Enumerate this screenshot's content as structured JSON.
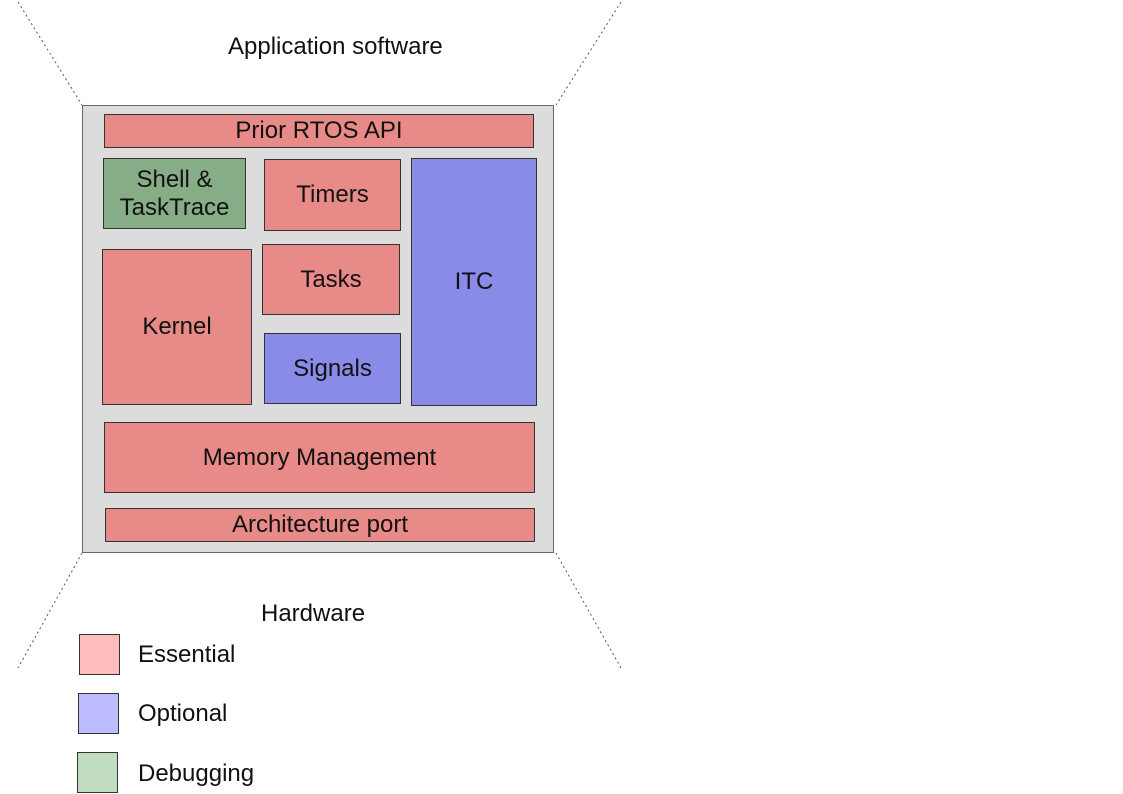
{
  "labels": {
    "top": "Application software",
    "bottom": "Hardware"
  },
  "colors": {
    "essential": "#e88a87",
    "optional": "#8a8ae8",
    "debugging": "#86ad86",
    "frame": "#dcdcdc",
    "legend_essential": "#ffbcbc",
    "legend_optional": "#bcbcff",
    "legend_debugging": "#c2dcc2"
  },
  "blocks": {
    "prior_api": "Prior RTOS API",
    "shell_line1": "Shell &",
    "shell_line2": "TaskTrace",
    "timers": "Timers",
    "kernel": "Kernel",
    "tasks": "Tasks",
    "signals": "Signals",
    "itc": "ITC",
    "memory": "Memory Management",
    "arch": "Architecture port"
  },
  "legend": {
    "essential": "Essential",
    "optional": "Optional",
    "debugging": "Debugging"
  }
}
